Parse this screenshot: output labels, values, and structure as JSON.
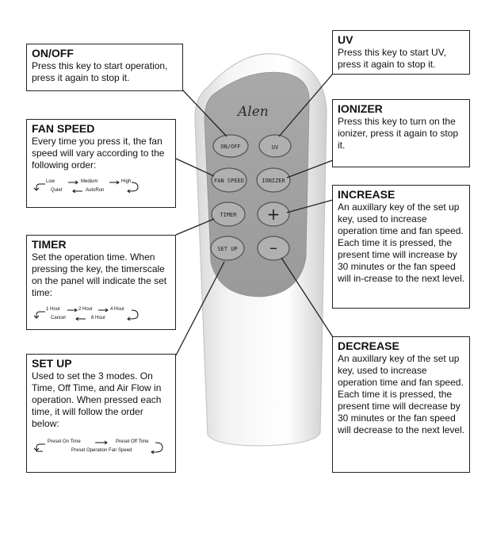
{
  "brand": "Alen",
  "keys": {
    "onoff": "ON/OFF",
    "uv": "UV",
    "fanspeed": "FAN SPEED",
    "ionizer": "IONIZER",
    "timer": "TIMER",
    "plus": "+",
    "setup": "SET UP",
    "minus": "–"
  },
  "boxes": {
    "onoff": {
      "title": "ON/OFF",
      "text": "Press this key to start operation, press it again to stop it."
    },
    "uv": {
      "title": "UV",
      "text": "Press this key to start UV, press it again to stop it."
    },
    "fanspeed": {
      "title": "FAN SPEED",
      "text": "Every time you press it, the fan speed will vary according to the following order:"
    },
    "ionizer": {
      "title": "IONIZER",
      "text": "Press this key to turn on the ionizer, press it again to stop it."
    },
    "increase": {
      "title": "INCREASE",
      "text": "An auxillary key of the set up key, used to increase operation time and fan speed. Each time it is pressed, the present time will increase by 30 minutes or the fan speed will in-crease to the next level."
    },
    "timer": {
      "title": "TIMER",
      "text": "Set the operation time. When pressing the key, the timerscale on the panel will indicate the set time:"
    },
    "decrease": {
      "title": "DECREASE",
      "text": "An auxillary key of the set up key, used to increase operation time and fan speed. Each time it is pressed, the present time will decrease by 30 minutes or the fan speed will decrease to the next level."
    },
    "setup": {
      "title": "SET UP",
      "text": "Used to set the 3 modes. On Time, Off Time, and Air Flow in operation. When pressed each time, it will follow the order below:"
    }
  },
  "sequences": {
    "fan": {
      "low": "Low",
      "medium": "Medium",
      "high": "High",
      "quiet": "Quiet",
      "autorun": "AutoRun"
    },
    "timer": {
      "h1": "1 Hour",
      "h2": "2 Hour",
      "h4": "4 Hour",
      "cancel": "Cancel",
      "h8": "8 Hour"
    },
    "setup": {
      "on": "Preset On Time",
      "off": "Preset Off Time",
      "fan": "Preset Operation Fan Speed"
    }
  }
}
